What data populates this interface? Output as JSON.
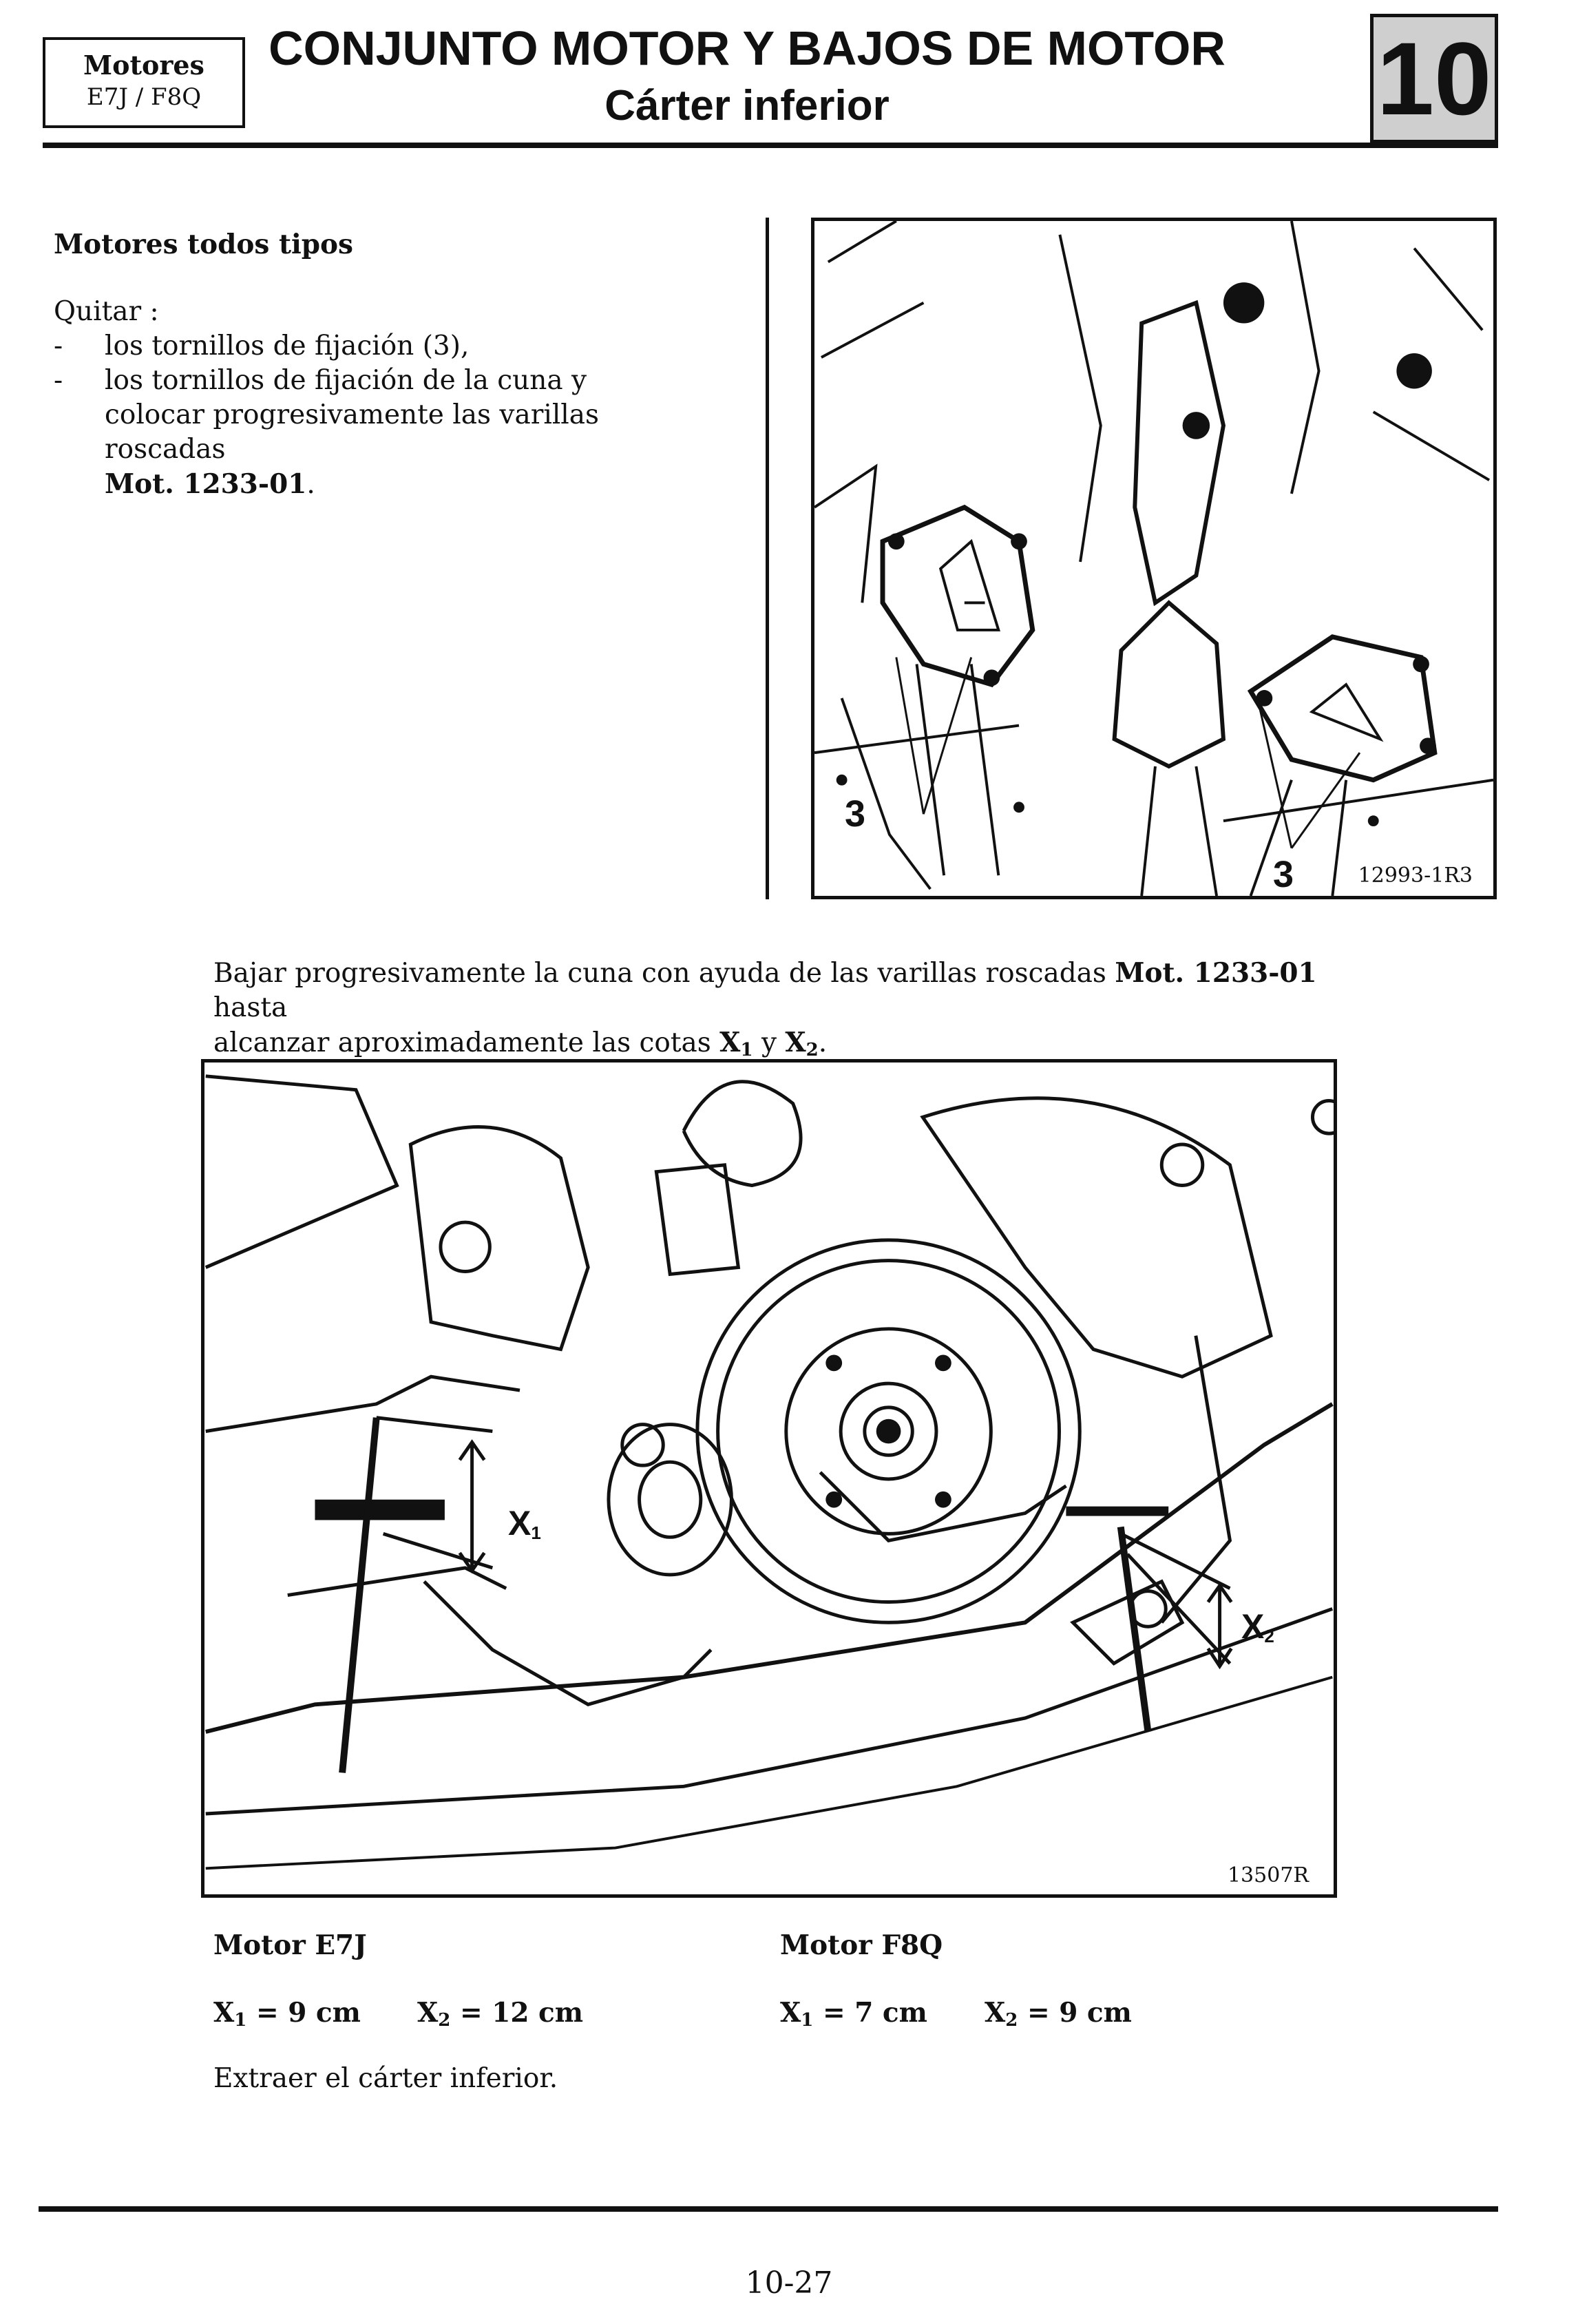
{
  "header": {
    "model_label": "Motores",
    "engines": "E7J / F8Q",
    "title": "CONJUNTO MOTOR Y BAJOS DE MOTOR",
    "subtitle": "Cárter inferior",
    "chapter": "10"
  },
  "section1": {
    "heading": "Motores todos tipos",
    "intro": "Quitar :",
    "items": [
      {
        "dash": "-",
        "text": "los tornillos de fijación (3),"
      },
      {
        "dash": "-",
        "text": "los tornillos de fijación de la cuna y colocar progresivamente las varillas roscadas",
        "tool": "Mot. 1233-01",
        "end": "."
      }
    ]
  },
  "figure1": {
    "ref": "12993-1R3",
    "callouts": [
      "3",
      "3"
    ]
  },
  "section2": {
    "p1": "Bajar progresivamente la cuna con ayuda de las varillas roscadas",
    "tool": "Mot. 1233-01",
    "p2": "hasta",
    "p3": "alcanzar aproximadamente las cotas",
    "x": "X",
    "sub1": "1",
    "and": "y",
    "sub2": "2",
    "end": "."
  },
  "figure2": {
    "ref": "13507R",
    "labels": {
      "x1": "X",
      "x1_sub": "1",
      "x2": "X",
      "x2_sub": "2"
    }
  },
  "measurements": {
    "e7j": {
      "title": "Motor E7J",
      "x1_label": "X",
      "x1_sub": "1",
      "x1_value": "= 9 cm",
      "x2_label": "X",
      "x2_sub": "2",
      "x2_value": "= 12 cm"
    },
    "f8q": {
      "title": "Motor F8Q",
      "x1_label": "X",
      "x1_sub": "1",
      "x1_value": "= 7 cm",
      "x2_label": "X",
      "x2_sub": "2",
      "x2_value": "= 9 cm"
    }
  },
  "final_step": "Extraer el cárter inferior.",
  "page_number": "10-27"
}
